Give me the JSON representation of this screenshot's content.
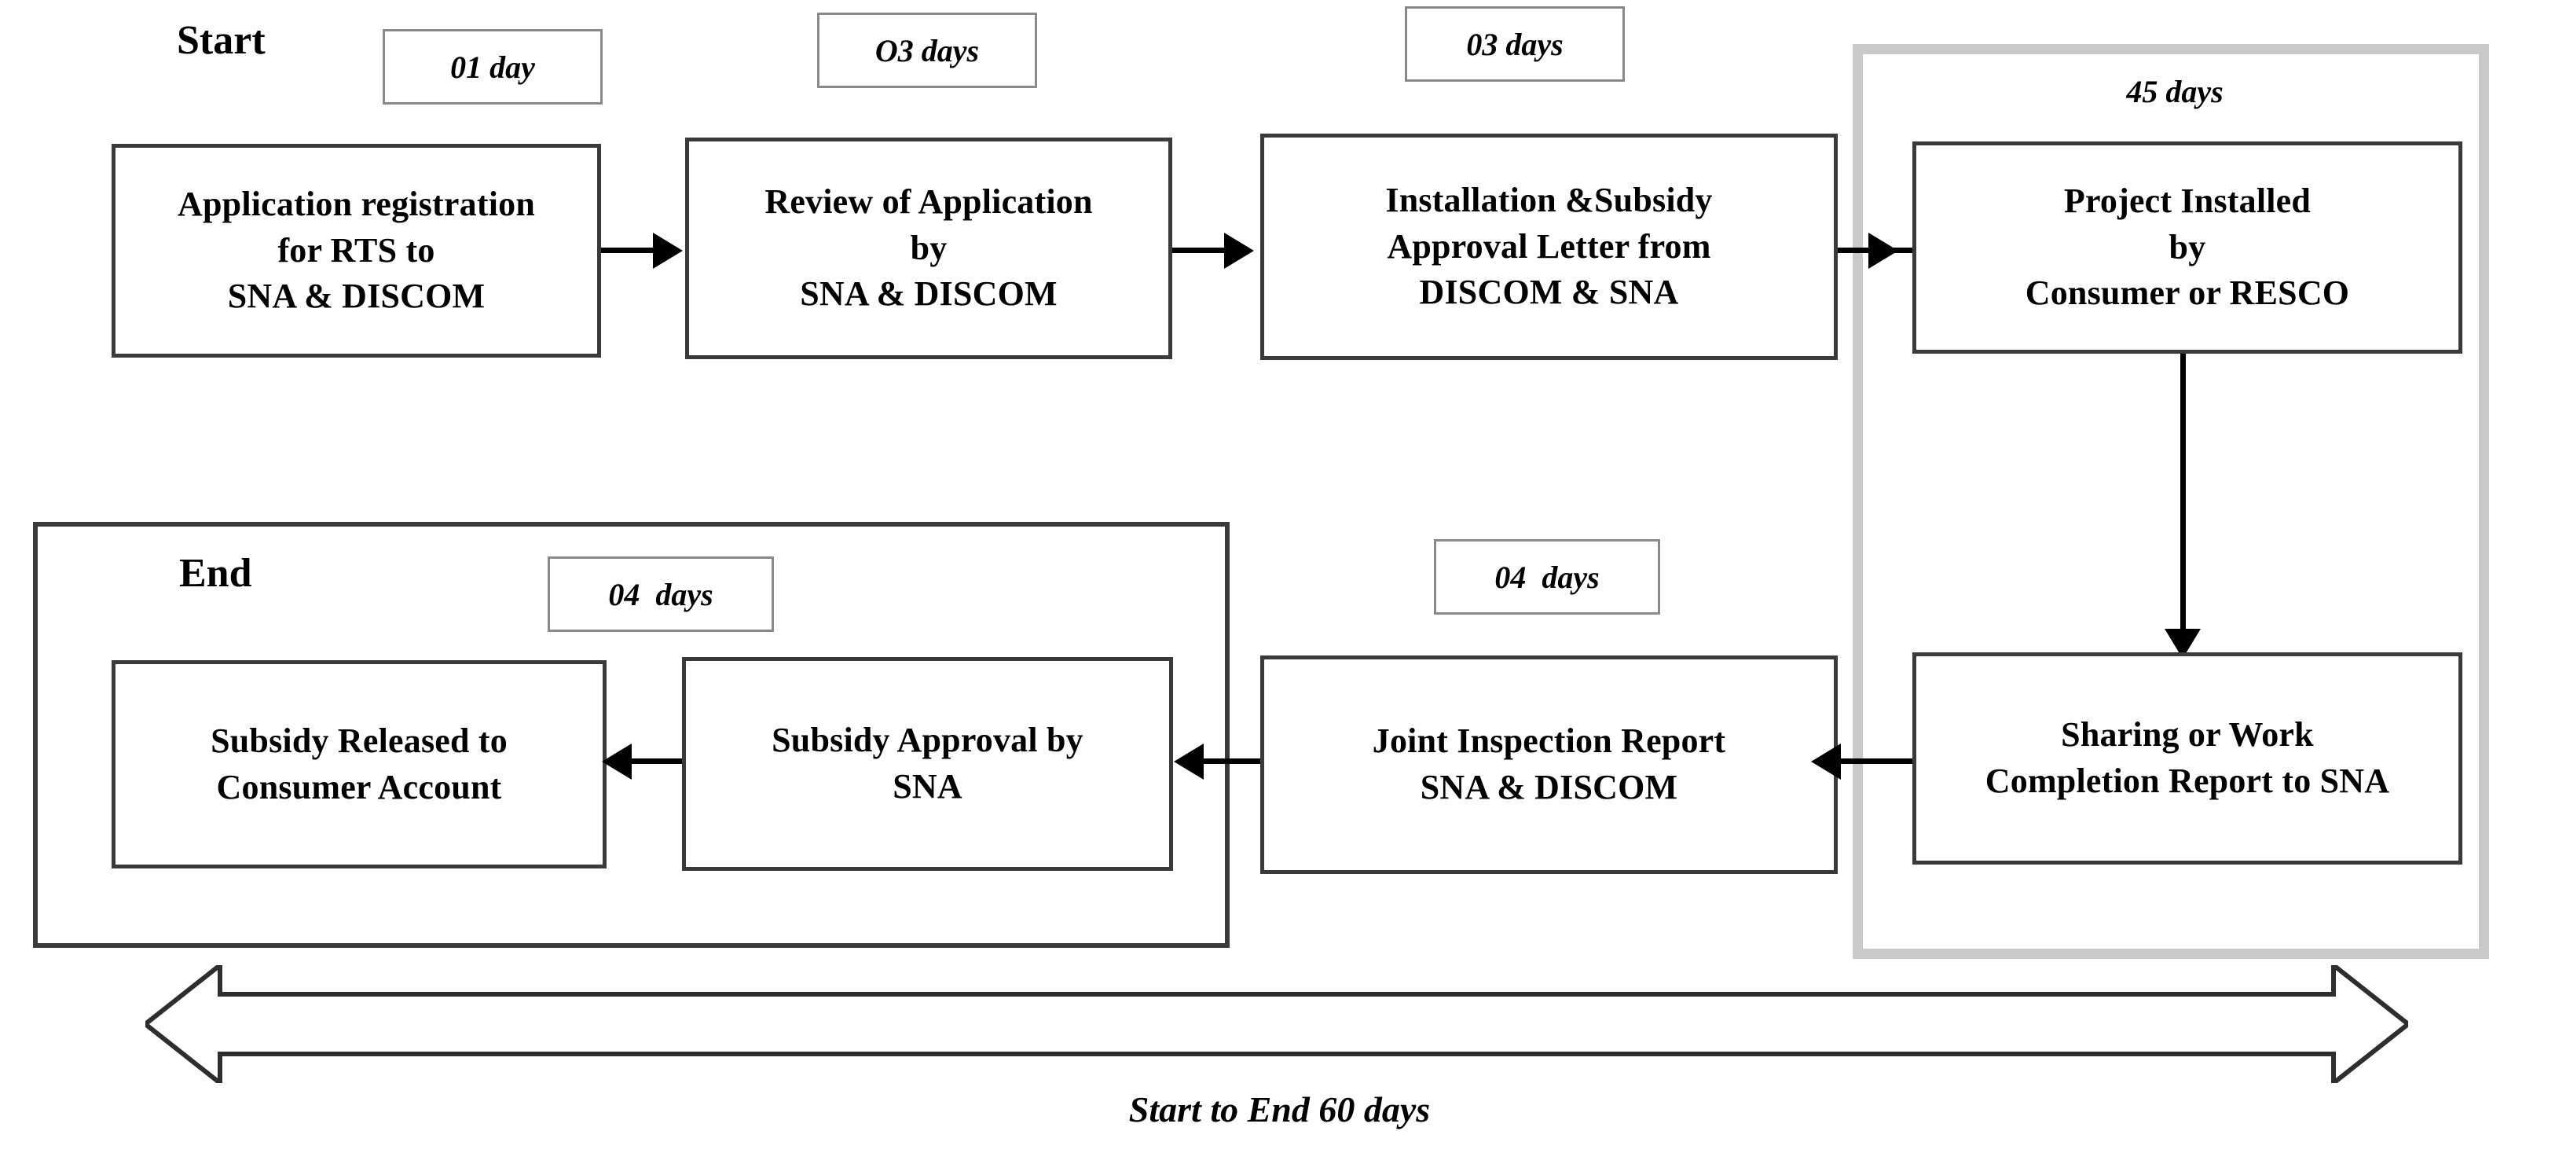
{
  "diagram": {
    "title_start": "Start",
    "title_end": "End",
    "caption": "Start to End 60 days",
    "colors": {
      "box_border": "#3a3a3a",
      "tag_border": "#8a8a8a",
      "group_border": "#c9c9c9",
      "line": "#000000",
      "background": "#ffffff"
    },
    "steps": [
      {
        "id": "application-registration",
        "label": "Application registration\nfor RTS  to\nSNA & DISCOM"
      },
      {
        "id": "review-of-application",
        "label": "Review of  Application\nby\nSNA & DISCOM"
      },
      {
        "id": "installation-subsidy-approval-letter",
        "label": "Installation &Subsidy\nApproval Letter  from\nDISCOM & SNA"
      },
      {
        "id": "project-installed",
        "label": "Project Installed\nby\nConsumer or RESCO"
      },
      {
        "id": "sharing-work-completion-report",
        "label": "Sharing or Work\nCompletion Report to SNA"
      },
      {
        "id": "joint-inspection-report",
        "label": "Joint Inspection Report\nSNA & DISCOM"
      },
      {
        "id": "subsidy-approval-by-sna",
        "label": "Subsidy Approval by\nSNA"
      },
      {
        "id": "subsidy-released-to-consumer",
        "label": "Subsidy Released to\nConsumer Account"
      }
    ],
    "durations": [
      {
        "id": "duration-step-1",
        "label": "01 day",
        "for": "application-registration"
      },
      {
        "id": "duration-step-2",
        "label": "O3 days",
        "for": "review-of-application"
      },
      {
        "id": "duration-step-3",
        "label": "03 days",
        "for": "installation-subsidy-approval-letter"
      },
      {
        "id": "duration-step-4",
        "label": "45 days",
        "for": "project-installed"
      },
      {
        "id": "duration-step-6",
        "label": "04  days",
        "for": "joint-inspection-report"
      },
      {
        "id": "duration-step-7",
        "label": "04  days",
        "for": "subsidy-approval-by-sna"
      }
    ],
    "total_days": "60"
  }
}
